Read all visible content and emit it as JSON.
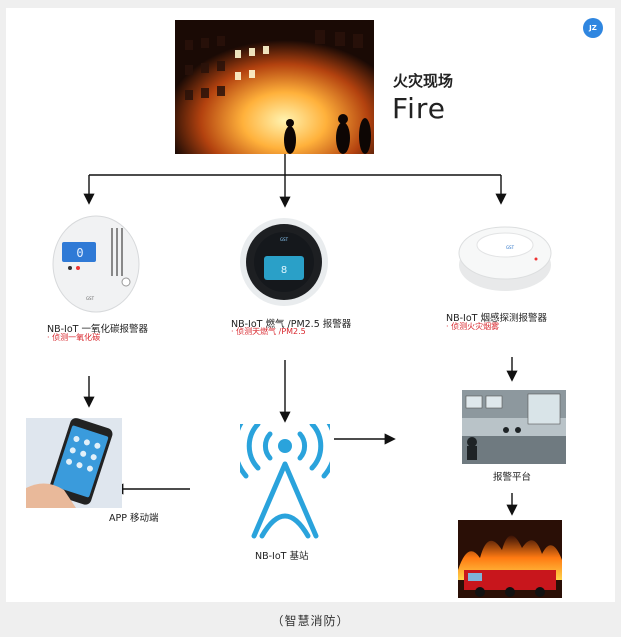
{
  "title": {
    "cn": "火灾现场",
    "en": "Fire"
  },
  "devices": [
    {
      "name": "NB-IoT 一氧化碳报警器",
      "detect": "· 侦测一氧化碳"
    },
    {
      "name": "NB-IoT 燃气 /PM2.5 报警器",
      "detect": "· 侦测天燃气 /PM2.5"
    },
    {
      "name": "NB-IoT 烟感探测报警器",
      "detect": "· 侦测火灾烟雾"
    }
  ],
  "nodes": {
    "app": "APP 移动端",
    "station": "NB-IoT 基站",
    "platform": "报警平台"
  },
  "caption": "（智慧消防）",
  "badge_icon": "wechat-badge-icon",
  "colors": {
    "accent": "#2aa3dc",
    "detect_red": "#d8262c",
    "arrow": "#111111"
  }
}
